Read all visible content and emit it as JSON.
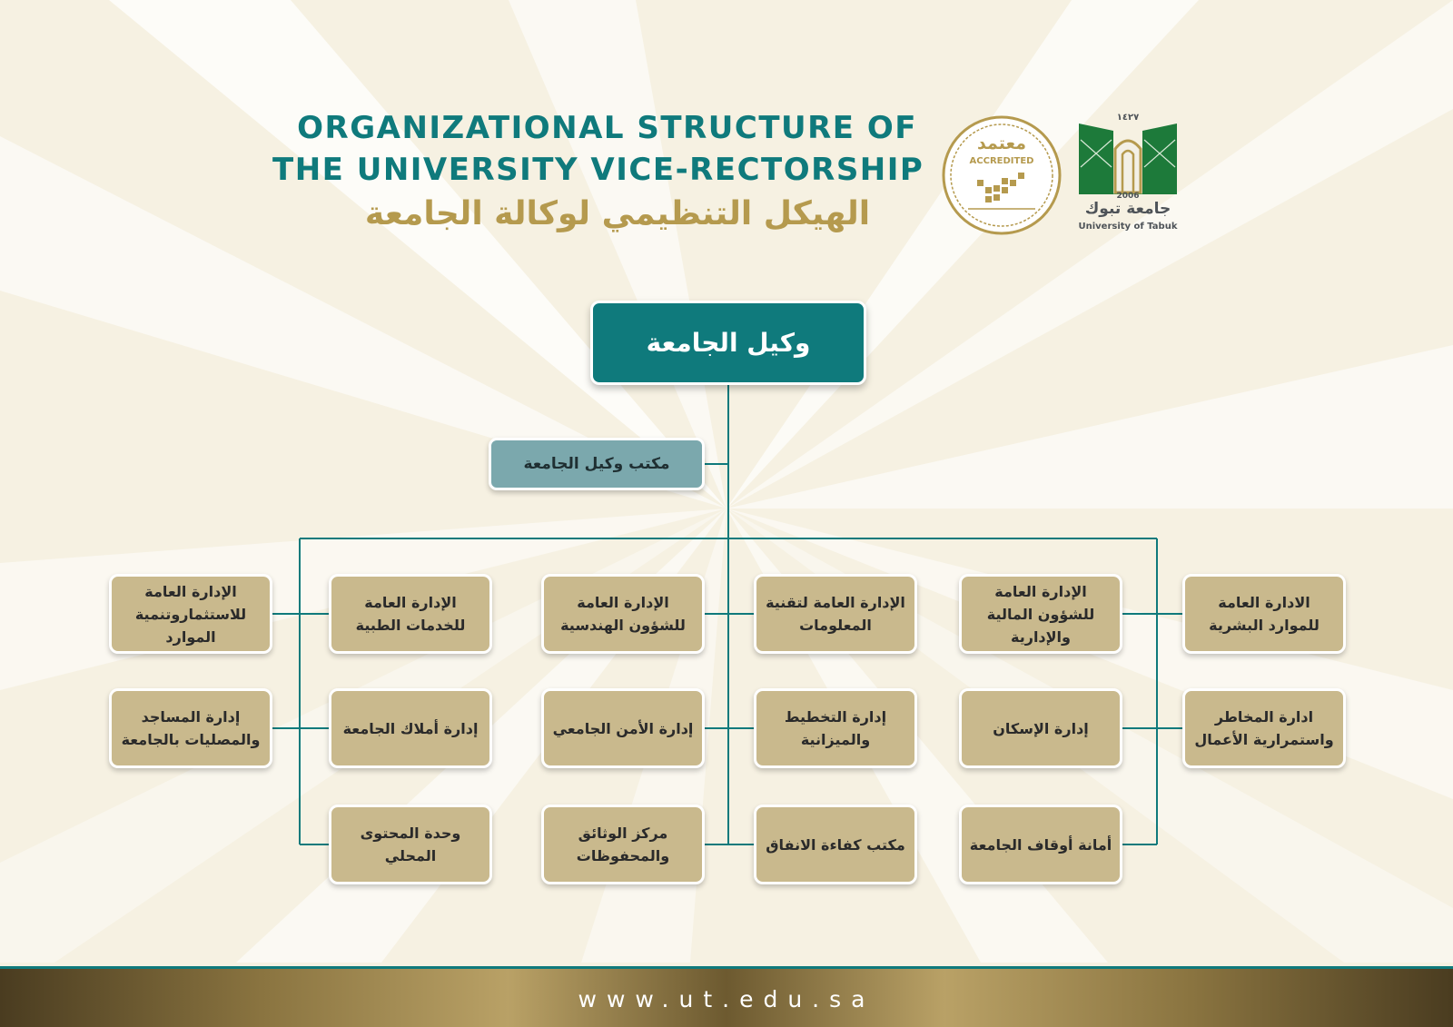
{
  "header": {
    "title_en_line1": "ORGANIZATIONAL STRUCTURE OF",
    "title_en_line2": "THE UNIVERSITY VICE-RECTORSHIP",
    "title_ar": "الهيكل التنظيمي لوكالة الجامعة"
  },
  "logos": {
    "accredited_ar": "معتمد",
    "accredited_en": "ACCREDITED",
    "university_ar": "جامعة تبوك",
    "university_en": "University of Tabuk",
    "university_year": "2006",
    "university_year_ar": "١٤٢٧"
  },
  "chart": {
    "top": "وكيل الجامعة",
    "office": "مكتب وكيل الجامعة",
    "departments": [
      [
        "الادارة العامة للموارد البشرية",
        "ادارة المخاطر واستمرارية الأعمال"
      ],
      [
        "الإدارة العامة للشؤون المالية والإدارية",
        "إدارة الإسكان",
        "أمانة أوقاف الجامعة"
      ],
      [
        "الإدارة العامة لتقنية المعلومات",
        "إدارة التخطيط والميزانية",
        "مكتب كفاءة الانفاق"
      ],
      [
        "الإدارة العامة للشؤون الهندسية",
        "إدارة الأمن الجامعي",
        "مركز الوثائق والمحفوظات"
      ],
      [
        "الإدارة العامة للخدمات الطبية",
        "إدارة أملاك الجامعة",
        "وحدة المحتوى المحلي"
      ],
      [
        "الإدارة العامة للاستثماروتنمية الموارد",
        "إدارة المساجد والمصليات بالجامعة"
      ]
    ]
  },
  "footer": {
    "url": "www.ut.edu.sa"
  },
  "colors": {
    "teal": "#0f7a7c",
    "gold": "#b59a4e",
    "box_gold": "#c9b98d",
    "office_teal": "#7ba8ad"
  }
}
